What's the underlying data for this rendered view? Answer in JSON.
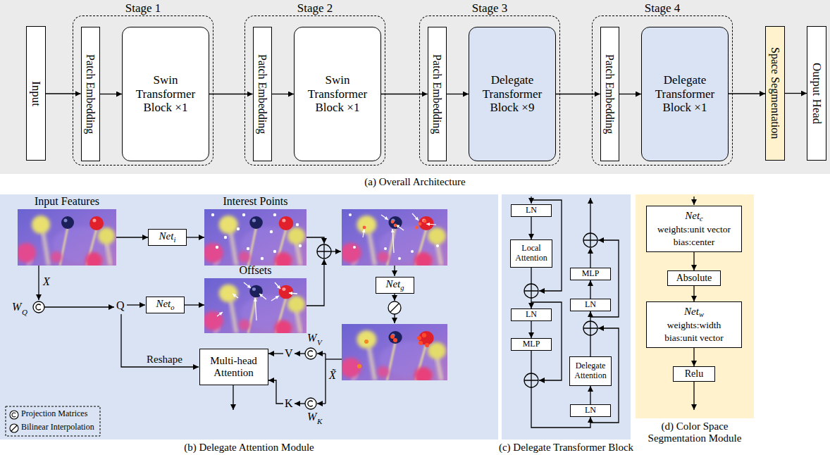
{
  "diagram": {
    "nodes": [
      {
        "text": [
          "(a) Overall Architecture"
        ]
      },
      {
        "text": [
          "Input"
        ],
        "in": 0
      },
      {
        "text": [
          "Stage 1"
        ],
        "in": 0
      },
      {
        "text": [
          "Patch Embedding"
        ],
        "in": 2
      },
      {
        "text": [
          "Swin Transformer Block ×1"
        ],
        "in": 2
      },
      {
        "text": [
          "Stage 2"
        ],
        "in": 0
      },
      {
        "text": [
          "Patch Embedding"
        ],
        "in": 5
      },
      {
        "text": [
          "Swin Transformer Block ×1"
        ],
        "in": 5
      },
      {
        "text": [
          "Stage 3"
        ],
        "in": 0
      },
      {
        "text": [
          "Patch Embedding"
        ],
        "in": 8
      },
      {
        "text": [
          "Delegate Transformer Block ×9"
        ],
        "in": 8
      },
      {
        "text": [
          "Stage 4"
        ],
        "in": 0
      },
      {
        "text": [
          "Patch Embedding"
        ],
        "in": 11
      },
      {
        "text": [
          "Delegate Transformer Block ×1"
        ],
        "in": 11
      },
      {
        "text": [
          "Space Segmentation"
        ],
        "in": 0
      },
      {
        "text": [
          "Output Head"
        ],
        "in": 0
      },
      {
        "text": [
          "(b) Delegate Attention Module"
        ]
      },
      {
        "text": [
          "Input Features"
        ],
        "in": 16
      },
      {
        "text": [
          "Net",
          "i"
        ],
        "in": 16
      },
      {
        "text": [
          "Interest Points"
        ],
        "in": 16
      },
      {
        "text": [
          "Offsets"
        ],
        "in": 16
      },
      {
        "text": [
          "Net",
          "o"
        ],
        "in": 16
      },
      {
        "text": [
          "Net",
          "g"
        ],
        "in": 16
      },
      {
        "text": [
          "Multi-head Attention"
        ],
        "in": 16
      },
      {
        "text": [
          "(c) Delegate Transformer Block"
        ]
      },
      {
        "text": [
          "LN"
        ],
        "in": 24
      },
      {
        "text": [
          "Local Attention"
        ],
        "in": 24
      },
      {
        "text": [
          "LN"
        ],
        "in": 24
      },
      {
        "text": [
          "MLP"
        ],
        "in": 24
      },
      {
        "text": [
          "LN"
        ],
        "in": 24
      },
      {
        "text": [
          "Delegate Attention"
        ],
        "in": 24
      },
      {
        "text": [
          "LN"
        ],
        "in": 24
      },
      {
        "text": [
          "MLP"
        ],
        "in": 24
      },
      {
        "text": [
          "(d) Color Space Segmentation Module"
        ]
      },
      {
        "text": [
          "Net",
          "c",
          "weights:unit vector",
          "bias:center"
        ],
        "in": 33
      },
      {
        "text": [
          "Absolute"
        ],
        "in": 33
      },
      {
        "text": [
          "Net",
          "w",
          "weights:width",
          "bias:unit vector"
        ],
        "in": 33
      },
      {
        "text": [
          "Relu"
        ],
        "in": 33
      }
    ],
    "edges": [
      {
        "from": 1,
        "to": 3,
        "arrow": "to"
      },
      {
        "from": 3,
        "to": 4,
        "arrow": "to"
      },
      {
        "from": 4,
        "to": 6,
        "arrow": "to"
      },
      {
        "from": 6,
        "to": 7,
        "arrow": "to"
      },
      {
        "from": 7,
        "to": 9,
        "arrow": "to"
      },
      {
        "from": 9,
        "to": 10,
        "arrow": "to"
      },
      {
        "from": 10,
        "to": 12,
        "arrow": "to"
      },
      {
        "from": 12,
        "to": 13,
        "arrow": "to"
      },
      {
        "from": 13,
        "to": 14,
        "arrow": "to"
      },
      {
        "from": 14,
        "to": 15,
        "arrow": "to"
      },
      {
        "from": 17,
        "to": 18,
        "arrow": "to"
      },
      {
        "from": 18,
        "to": 19,
        "arrow": "to"
      },
      {
        "from": 21,
        "to": 20,
        "arrow": "to"
      },
      {
        "from": 25,
        "to": 26,
        "arrow": "to"
      },
      {
        "from": 26,
        "to": 27,
        "arrow": "to"
      },
      {
        "from": 27,
        "to": 28,
        "arrow": "to"
      },
      {
        "from": 28,
        "to": 29,
        "arrow": "to"
      },
      {
        "from": 29,
        "to": 30,
        "arrow": "to"
      },
      {
        "from": 30,
        "to": 31,
        "arrow": "to"
      },
      {
        "from": 31,
        "to": 32,
        "arrow": "to"
      },
      {
        "from": 34,
        "to": 35,
        "arrow": "to"
      },
      {
        "from": 35,
        "to": 36,
        "arrow": "to"
      },
      {
        "from": 36,
        "to": 37,
        "arrow": "to"
      }
    ],
    "labels": [
      "X",
      "W",
      "Q",
      "Q",
      "Reshape",
      "V",
      "W",
      "V",
      "X̃",
      "K",
      "W",
      "K"
    ],
    "legend": [
      {
        "text": "Projection Matrices"
      },
      {
        "text": "Bilinear Interpolation"
      }
    ]
  }
}
